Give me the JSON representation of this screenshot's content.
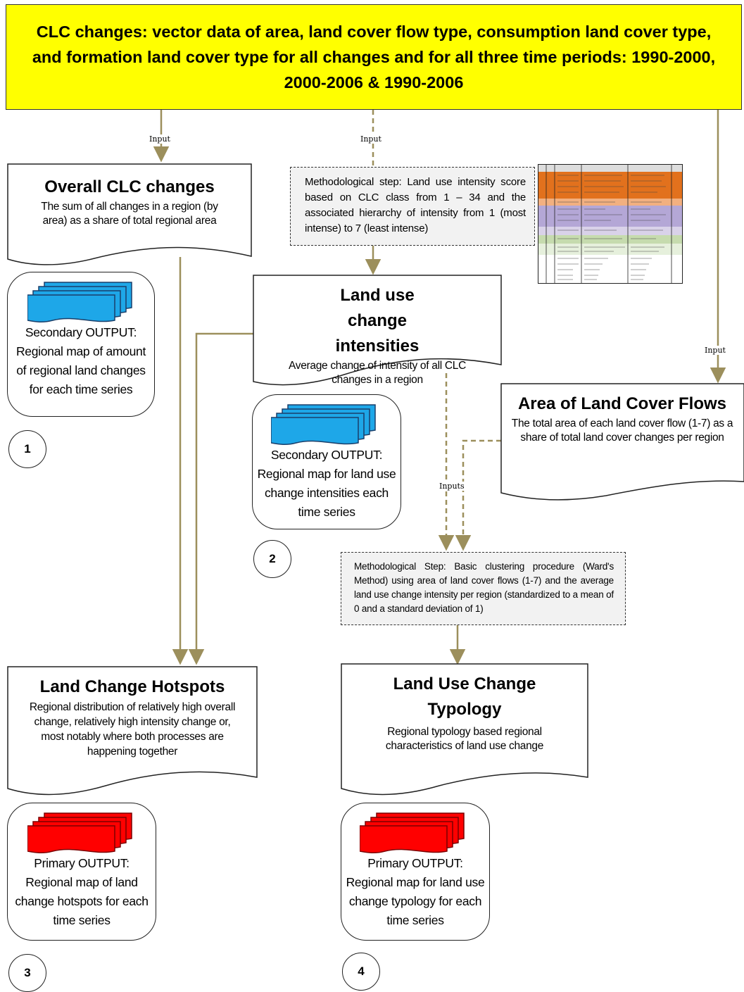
{
  "header": {
    "title": "CLC changes: vector data of area, land cover flow type, consumption land cover type, and formation land cover type for all changes and for all three time periods: 1990-2000, 2000-2006 & 1990-2006",
    "background_color": "#ffff00"
  },
  "edge_labels": {
    "input_left": "Input",
    "input_middle": "Input",
    "input_right": "Input",
    "inputs_center": "Inputs"
  },
  "nodes": {
    "overall_clc": {
      "title": "Overall CLC changes",
      "text": "The sum of all changes in a region (by area) as a share of total regional area"
    },
    "method_intensity": {
      "text": "Methodological step: Land use intensity score based on CLC class from 1 – 34 and the associated hierarchy of intensity from 1 (most intense) to 7 (least intense)"
    },
    "land_use_intensities": {
      "title": "Land use change intensities",
      "text": "Average change of intensity of all CLC changes in a region"
    },
    "area_flows": {
      "title": "Area of Land Cover Flows",
      "text": "The total area of each land cover flow (1-7) as a share of total land cover changes per region"
    },
    "method_cluster": {
      "text": "Methodological Step: Basic clustering procedure (Ward's Method) using area of land cover flows (1-7) and the average land use change intensity per region (standardized to a mean of 0 and a standard deviation of 1)"
    },
    "hotspots": {
      "title": "Land Change Hotspots",
      "text": "Regional distribution of relatively high overall change, relatively high intensity change or, most notably where both processes are happening together"
    },
    "typology": {
      "title": "Land Use Change Typology",
      "text": "Regional typology based regional characteristics of land use change"
    }
  },
  "outputs": {
    "out1": {
      "text": "Secondary OUTPUT: Regional map of amount of regional land changes for each time series",
      "number": "1",
      "color": "#1ea7e8"
    },
    "out2": {
      "text": "Secondary OUTPUT: Regional map for land use change intensities each time series",
      "number": "2",
      "color": "#1ea7e8"
    },
    "out3": {
      "text": "Primary OUTPUT: Regional map of land change hotspots for each time series",
      "number": "3",
      "color": "#ff0000"
    },
    "out4": {
      "text": "Primary OUTPUT: Regional map for land use change typology for each time series",
      "number": "4",
      "color": "#ff0000"
    }
  },
  "colors": {
    "connector": "#9c8f5c",
    "table_orange": "#e2711d",
    "table_purple": "#b4a7d6",
    "table_green": "#c6dbae"
  }
}
